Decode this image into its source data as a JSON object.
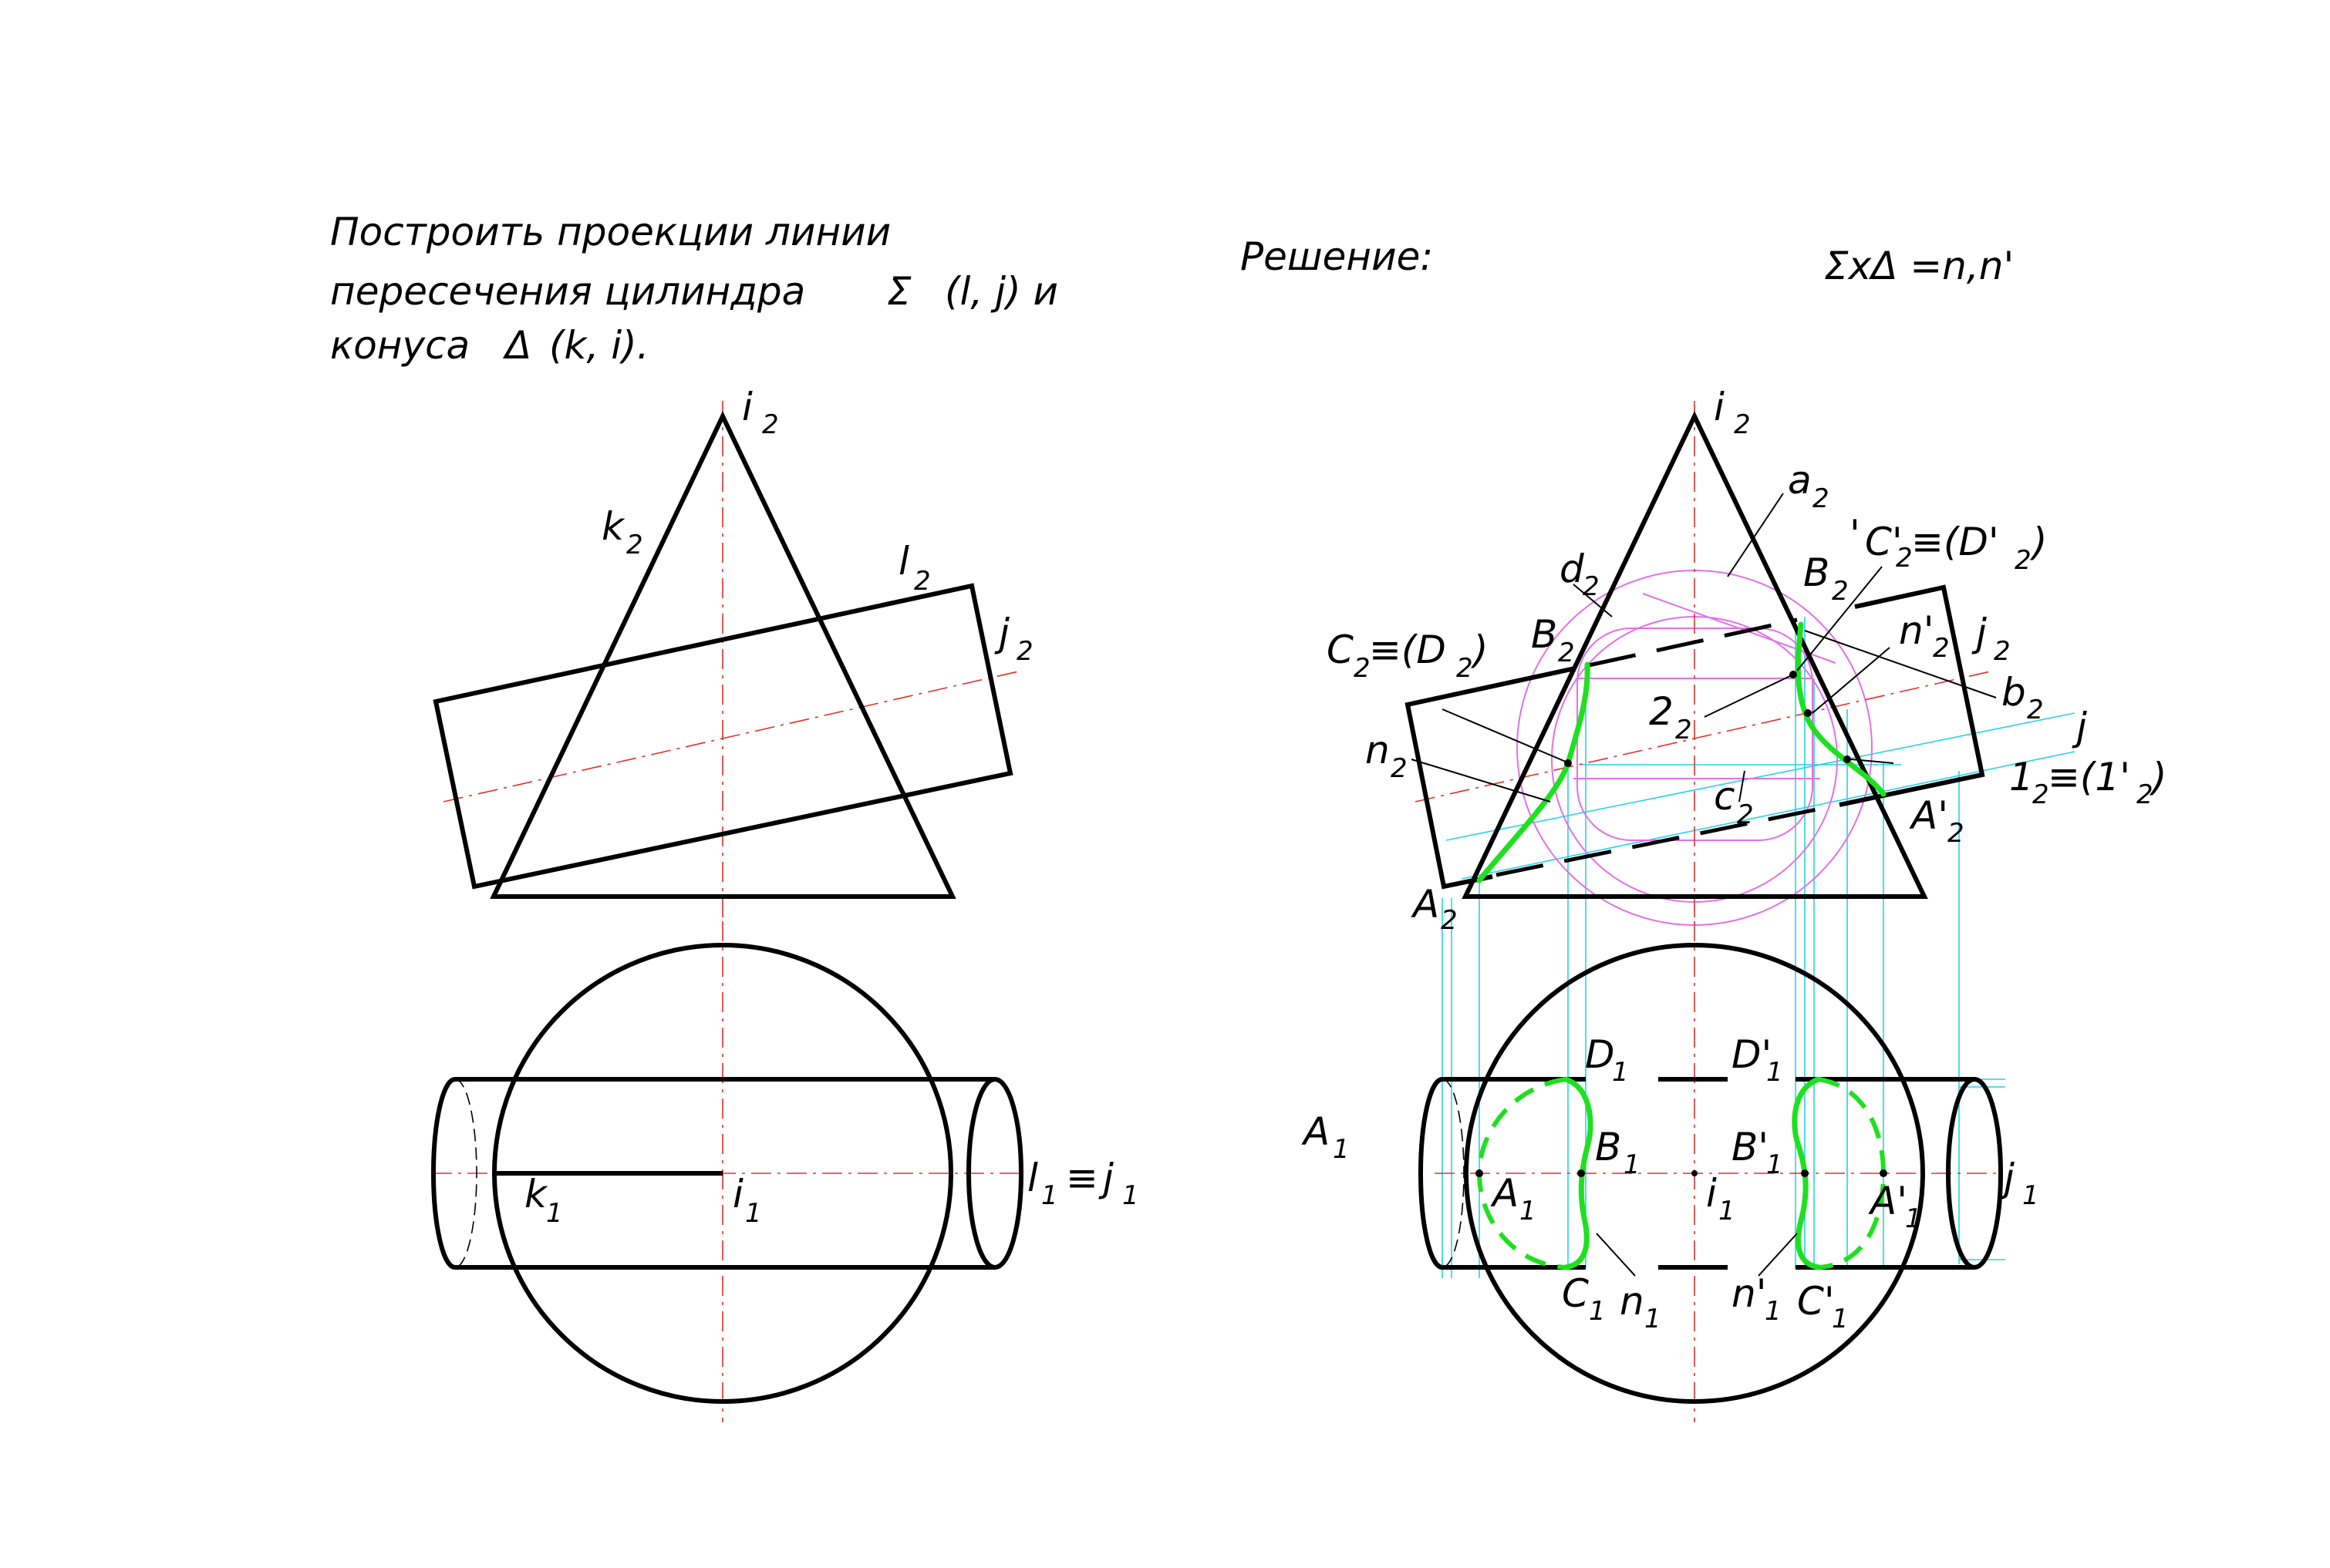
{
  "task": {
    "line1": "Построить  проекции  линии",
    "line2": "пересечения  цилиндра",
    "line2_tail": "(l,  j)  и",
    "line3": "конуса",
    "line3_tail": "(k,  i).",
    "sigma": "Σ",
    "delta": "Δ"
  },
  "solution": {
    "title": "Решение:",
    "formula": "ΣxΔ =n,n'"
  },
  "left_labels": {
    "i": "i",
    "i_sub": "2",
    "k": "k",
    "k_sub": "2",
    "l": "l",
    "l_sub": "2",
    "j": "j",
    "j_sub": "2",
    "k1": "k",
    "k1_sub": "1",
    "i1": "i",
    "i1_sub": "1",
    "l1j1": "l",
    "l1j1_sub": "1",
    "equiv": "≡",
    "j1": "j",
    "j1_sub": "1"
  },
  "right_labels": {
    "i2": "i",
    "i2_sub": "2",
    "a2": "a",
    "a2_sub": "2",
    "d2": "d",
    "d2_sub": "2",
    "C2D2": "C",
    "C2D2_sub": "2",
    "C2D2_tail": "≡(D",
    "C2D2_tail_sub": "2",
    "close": ")",
    "B2": "B",
    "B2_sub": "2",
    "B2p": "B",
    "B2p_sub": "2",
    "prime": "'",
    "C2p": "C'",
    "C2p_sub": "2",
    "C2p_tail": "≡(D'",
    "C2p_tail_sub": "2",
    "n2p": "n'",
    "n2p_sub": "2",
    "j2": "j",
    "j2_sub": "2",
    "b2": "b",
    "b2_sub": "2",
    "two2": "2",
    "two2_sub": "2",
    "n2": "n",
    "n2_sub": "2",
    "c2": "c",
    "c2_sub": "2",
    "one2": "1",
    "one2_sub": "2",
    "one2_tail": "≡(1'",
    "one2_tail_sub": "2",
    "A2": "A",
    "A2_sub": "2",
    "A2p": "A'",
    "A2p_sub": "2",
    "j_big": "j",
    "D1": "D",
    "D1_sub": "1",
    "D1p": "D'",
    "D1p_sub": "1",
    "A1_out": "A",
    "A1_out_sub": "1",
    "A1": "A",
    "A1_sub": "1",
    "B1": "B",
    "B1_sub": "1",
    "B1p": "B'",
    "B1p_sub": "1",
    "i1": "i",
    "i1_sub": "1",
    "A1p": "A'",
    "A1p_sub": "1",
    "j1": "j",
    "j1_sub": "1",
    "C1": "C",
    "C1_sub": "1",
    "n1": "n",
    "n1_sub": "1",
    "n1p": "n'",
    "n1p_sub": "1",
    "C1p": "C'",
    "C1p_sub": "1"
  },
  "colors": {
    "outline": "#000000",
    "axis": "#e0302a",
    "projection_lines": "#27d2e8",
    "auxiliary_spheres": "#e470e4",
    "intersection_curve": "#1fe01f"
  }
}
